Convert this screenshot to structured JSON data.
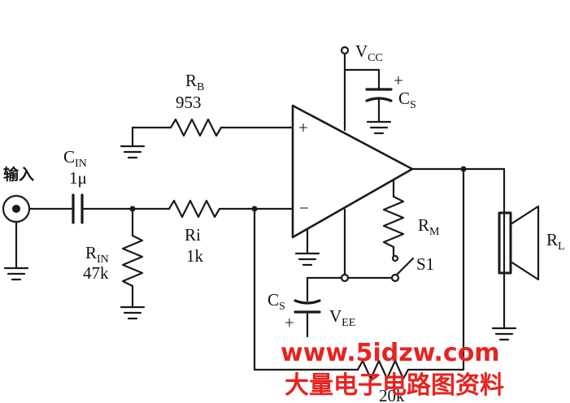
{
  "labels": {
    "input": "输入",
    "cin": "C",
    "cin_sub": "IN",
    "cin_val": "1μ",
    "rb": "R",
    "rb_sub": "B",
    "rb_val": "953",
    "rin": "R",
    "rin_sub": "IN",
    "rin_val": "47k",
    "ri": "Ri",
    "ri_val": "1k",
    "vcc": "V",
    "vcc_sub": "CC",
    "cs_top": "C",
    "cs_top_sub": "S",
    "cs_bot": "C",
    "cs_bot_sub": "S",
    "vee": "V",
    "vee_sub": "EE",
    "rm": "R",
    "rm_sub": "M",
    "s1": "S1",
    "rl": "R",
    "rl_sub": "L",
    "rf_val": "20k",
    "plus_in": "+",
    "minus_in": "−",
    "cap_plus": "+"
  },
  "watermark": {
    "url": "www.5idzw.com",
    "site": "大量电子电路图资料"
  },
  "colors": {
    "ink": "#1a1a1a",
    "watermark": "#e8231f"
  }
}
